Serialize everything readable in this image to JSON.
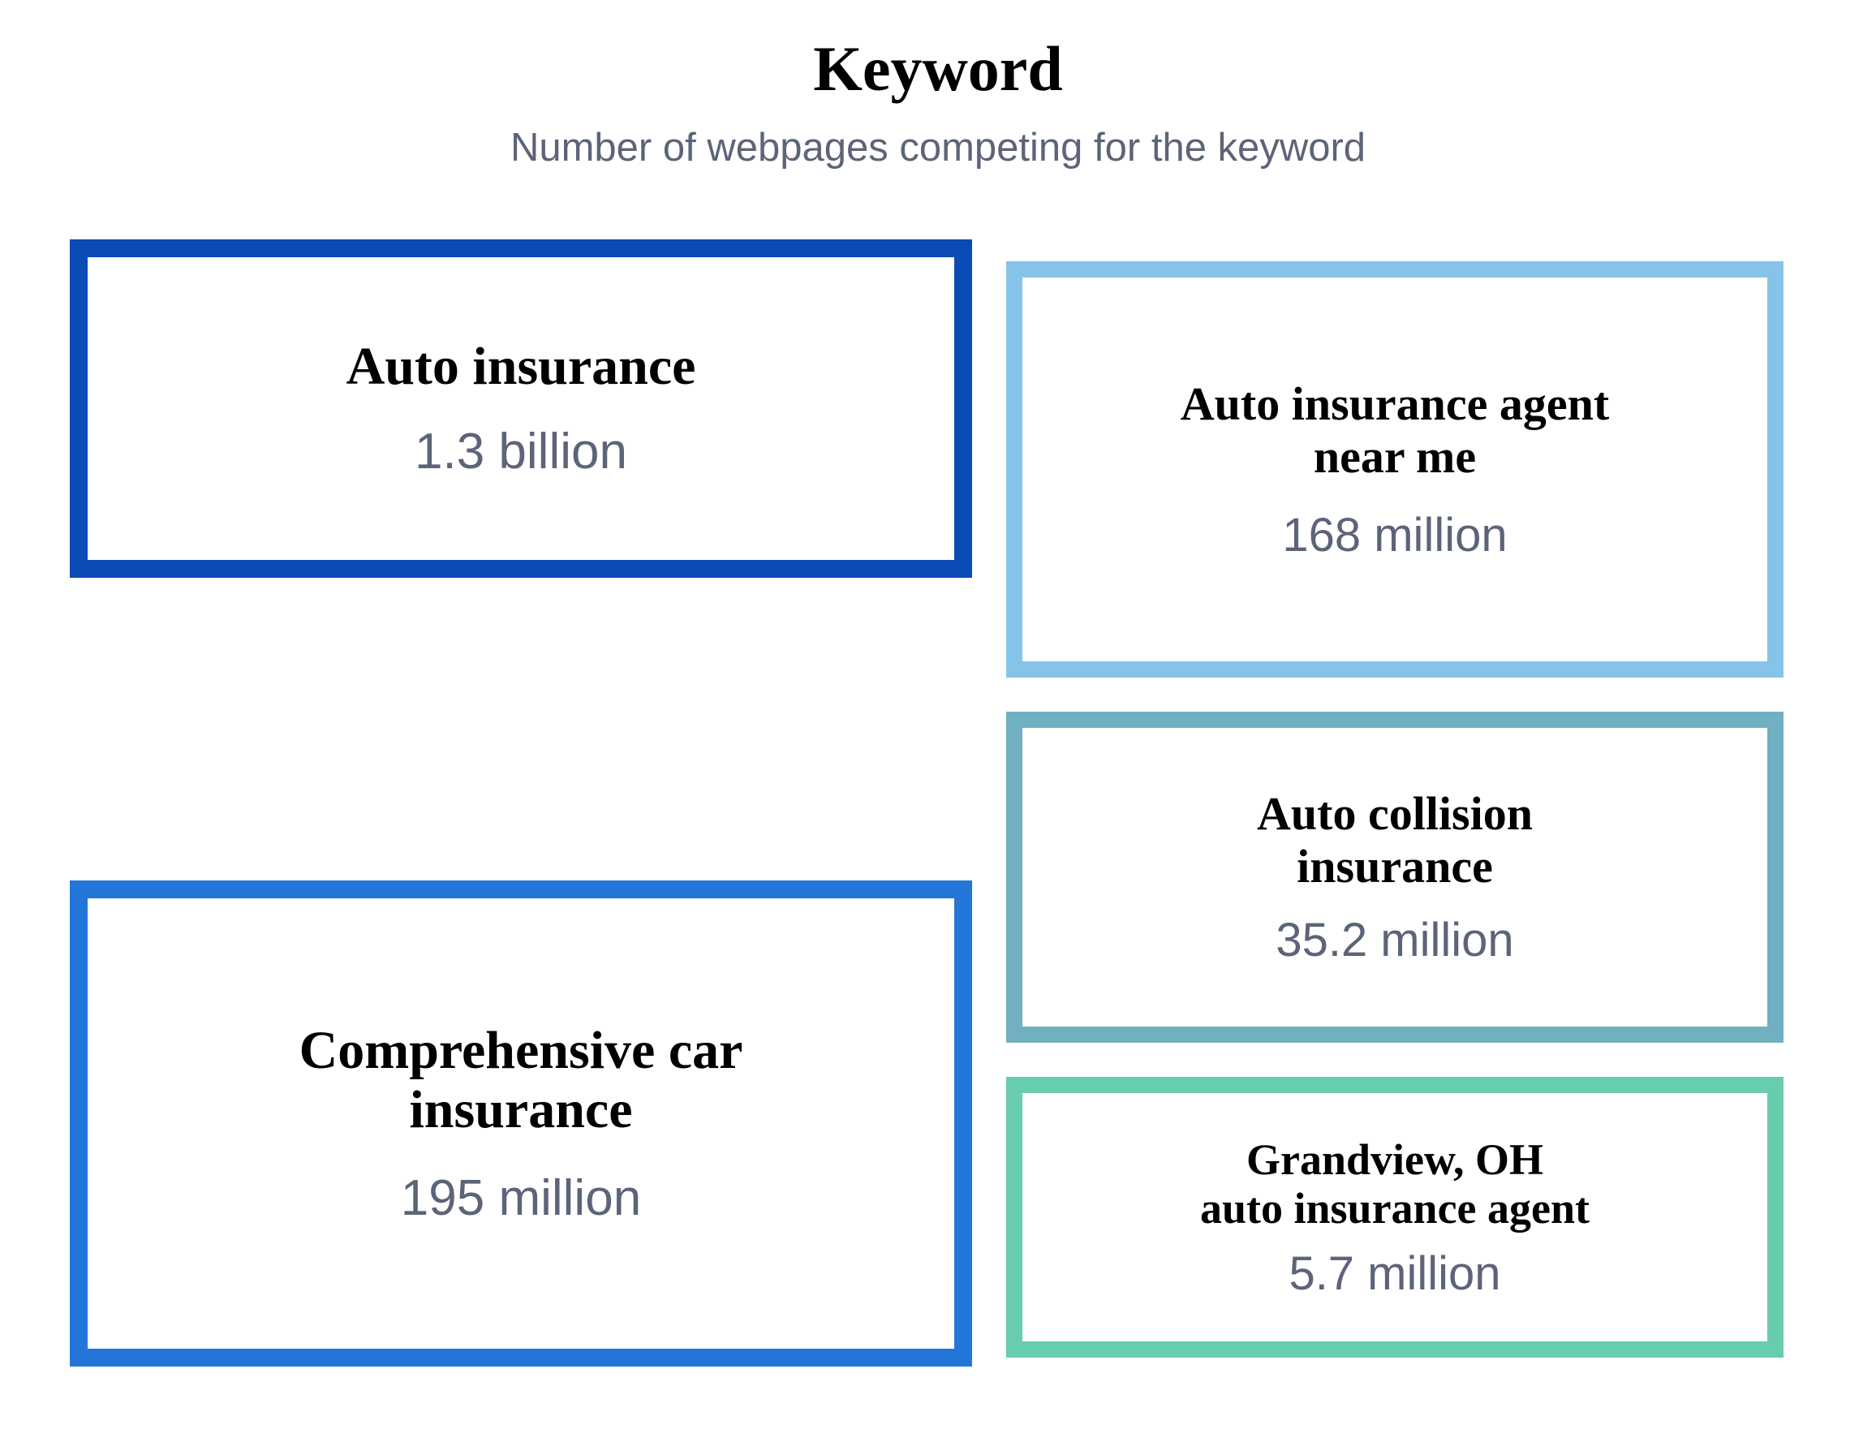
{
  "header": {
    "title": "Keyword",
    "subtitle": "Number of webpages competing for the keyword",
    "title_color": "#000000",
    "subtitle_color": "#5C6479"
  },
  "value_text_color": "#5C6479",
  "chart_data": {
    "type": "table",
    "title": "Keyword",
    "subtitle": "Number of webpages competing for the keyword",
    "xlabel": "",
    "ylabel": "",
    "legend": [],
    "categories": [
      "Auto insurance",
      "Comprehensive car insurance",
      "Auto insurance agent near me",
      "Auto collision insurance",
      "Grandview, OH auto insurance agent"
    ],
    "values": [
      1300000000,
      195000000,
      168000000,
      35200000,
      5700000
    ],
    "value_labels": [
      "1.3 billion",
      "195 million",
      "168 million",
      "35.2 million",
      "5.7 million"
    ]
  },
  "cards": [
    {
      "id": "auto-insurance",
      "keyword": "Auto insurance",
      "value": "1.3 billion",
      "border_color": "#0B4BB5"
    },
    {
      "id": "comprehensive-car-insurance",
      "keyword": "Comprehensive car\ninsurance",
      "value": "195 million",
      "border_color": "#2376D8"
    },
    {
      "id": "auto-insurance-agent-near-me",
      "keyword": "Auto insurance agent\nnear me",
      "value": "168 million",
      "border_color": "#85C4E8"
    },
    {
      "id": "auto-collision-insurance",
      "keyword": "Auto collision\ninsurance",
      "value": "35.2 million",
      "border_color": "#70B0C0"
    },
    {
      "id": "grandview-oh-auto-insurance-agent",
      "keyword": "Grandview, OH\nauto insurance agent",
      "value": "5.7 million",
      "border_color": "#68CCAE"
    }
  ]
}
